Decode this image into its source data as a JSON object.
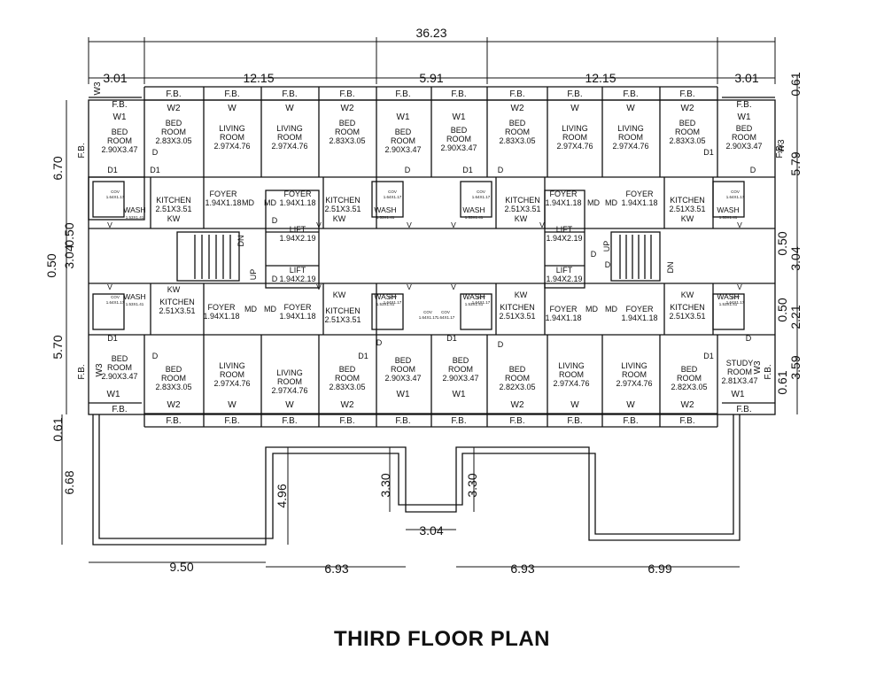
{
  "title": "THIRD FLOOR PLAN",
  "dims_top": {
    "overall": "36.23",
    "seg": [
      "3.01",
      "12.15",
      "5.91",
      "12.15",
      "3.01"
    ]
  },
  "dims_left": [
    "6.70",
    "3.04",
    "0.50",
    "0.50",
    "5.70",
    "0.61",
    "6.68"
  ],
  "dims_right": [
    "0.61",
    "5.79",
    "0.50",
    "3.04",
    "0.50",
    "2.21",
    "3.59",
    "0.61"
  ],
  "dims_bottom": [
    "9.50",
    "6.93",
    "6.93",
    "6.99",
    "3.04"
  ],
  "dims_terrace": [
    "4.96",
    "3.30",
    "3.30"
  ],
  "labels": {
    "fb": "F.B.",
    "w": "W",
    "w1": "W1",
    "w2": "W2",
    "w3": "W3",
    "d": "D",
    "d1": "D1",
    "md": "MD",
    "kw": "KW",
    "v": "V",
    "bed": "BED",
    "room": "ROOM",
    "living": "LIVING",
    "foyer": "FOYER",
    "kitchen": "KITCHEN",
    "lift": "LIFT",
    "wash": "WASH",
    "study": "STUDY",
    "up": "UP",
    "dn": "DN",
    "cov": "COV",
    "s_bed_a": "2.90X3.47",
    "s_bed_b": "2.83X3.05",
    "s_bed_c": "2.82X3.05",
    "s_living": "2.97X4.76",
    "s_foyer": "1.94X1.18",
    "s_kitchen": "2.51X3.51",
    "s_lift": "1.94X2.19",
    "s_study": "2.81X3.47",
    "s_wash": "1.53X1.41",
    "s_toilet": "1.64X1.17"
  }
}
